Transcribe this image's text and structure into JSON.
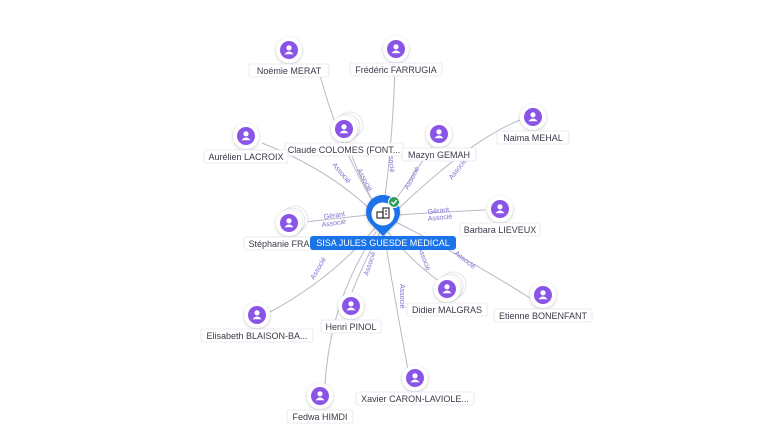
{
  "colors": {
    "person_fill": "#8a55e6",
    "center_fill": "#1a73e8",
    "badge_fill": "#2e9e57",
    "edge": "#b9b9c9",
    "edge_label": "#7b6fcf"
  },
  "center": {
    "label": "SISA JULES GUESDE MEDICAL",
    "icon": "company-icon",
    "badge_icon": "check-badge-icon"
  },
  "people": [
    {
      "id": "noemie",
      "label": "Noémie MERAT",
      "stack": false
    },
    {
      "id": "frederic",
      "label": "Frédéric FARRUGIA",
      "stack": false
    },
    {
      "id": "claude",
      "label": "Claude COLOMES (FONT...",
      "stack": true
    },
    {
      "id": "mazyn",
      "label": "Mazyn GEMAH",
      "stack": false
    },
    {
      "id": "naima",
      "label": "Naima MEHAL",
      "stack": false
    },
    {
      "id": "aurelien",
      "label": "Aurélien LACROIX",
      "stack": false
    },
    {
      "id": "barbara",
      "label": "Barbara LIEVEUX",
      "stack": false
    },
    {
      "id": "stephanie",
      "label": "Stéphanie FRAEN...",
      "stack": true
    },
    {
      "id": "elisabeth",
      "label": "Elisabeth BLAISON-BA...",
      "stack": false
    },
    {
      "id": "henri",
      "label": "Henri PINOL",
      "stack": false
    },
    {
      "id": "didier",
      "label": "Didier MALGRAS",
      "stack": true
    },
    {
      "id": "etienne",
      "label": "Etienne BONENFANT",
      "stack": false
    },
    {
      "id": "fedwa",
      "label": "Fedwa HIMDI",
      "stack": false
    },
    {
      "id": "xavier",
      "label": "Xavier CARON-LAVIOLE...",
      "stack": false
    }
  ],
  "edge_labels": {
    "associe": "Associé",
    "gerant": "Gérant"
  }
}
